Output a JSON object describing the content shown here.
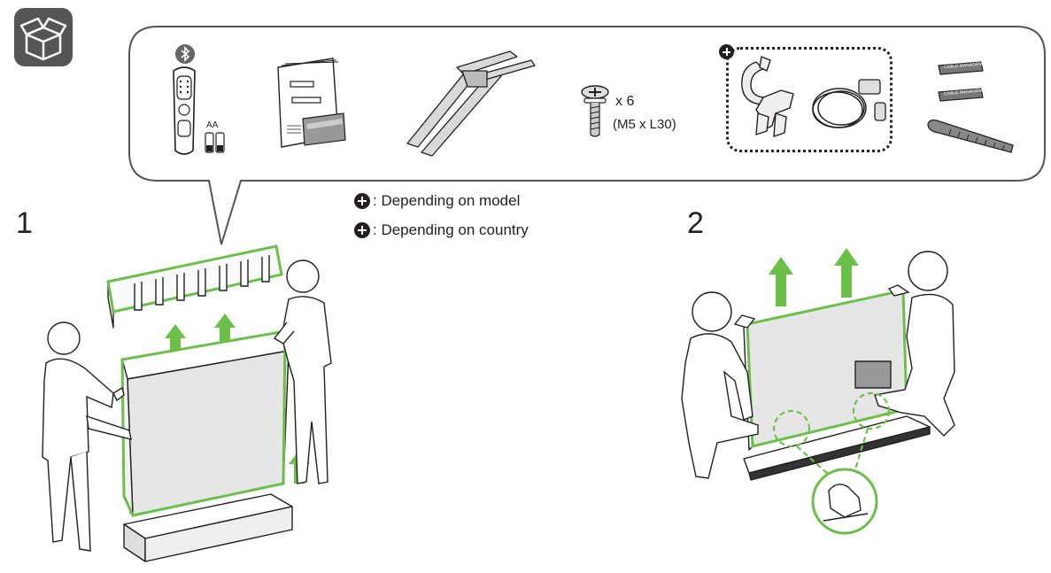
{
  "callout": {
    "battery_label": "AA",
    "screw_count": "x 6",
    "screw_spec": "(M5 x L30)"
  },
  "legend": [
    {
      "text": ": Depending on model"
    },
    {
      "text": ": Depending on country"
    }
  ],
  "steps": [
    {
      "number": "1"
    },
    {
      "number": "2"
    }
  ],
  "colors": {
    "accent_green": "#6cc04a",
    "outline": "#231f20",
    "icon_background": "#555555",
    "panel_gray": "#e6e6e6"
  },
  "icons": [
    "unboxing-icon",
    "bluetooth-icon",
    "magic-remote-icon",
    "battery-icon",
    "manual-icon",
    "stand-icon",
    "screw-icon",
    "cable-holder-icon",
    "power-cable-icon",
    "cable-management-icon",
    "cable-tie-icon",
    "lift-arrow-icon",
    "hand-grip-icon"
  ],
  "cable_label": "CABLE MANAGEMENT"
}
